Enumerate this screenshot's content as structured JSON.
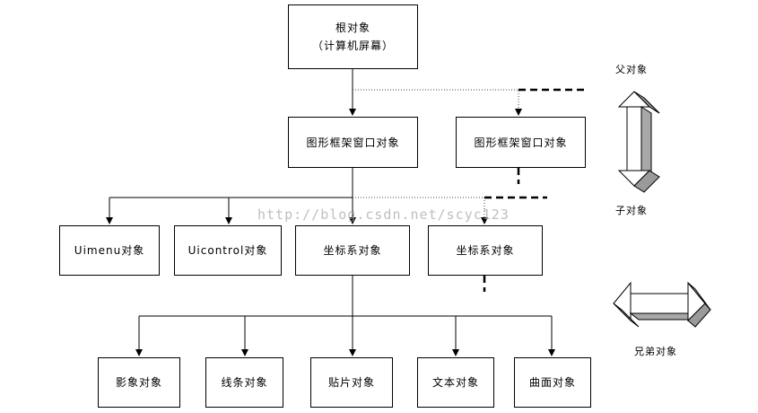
{
  "nodes": {
    "root_line1": "根对象",
    "root_line2": "（计算机屏幕）",
    "figure_main": "图形框架窗口对象",
    "figure_sibling": "图形框架窗口对象",
    "uimenu": "Uimenu对象",
    "uicontrol": "Uicontrol对象",
    "axes_main": "坐标系对象",
    "axes_sibling": "坐标系对象",
    "image": "影象对象",
    "line": "线条对象",
    "patch": "贴片对象",
    "text": "文本对象",
    "surface": "曲面对象"
  },
  "legend": {
    "parent_label": "父对象",
    "child_label": "子对象",
    "sibling_label": "兄弟对象"
  },
  "watermark": "http://blog.csdn.net/scyc123"
}
